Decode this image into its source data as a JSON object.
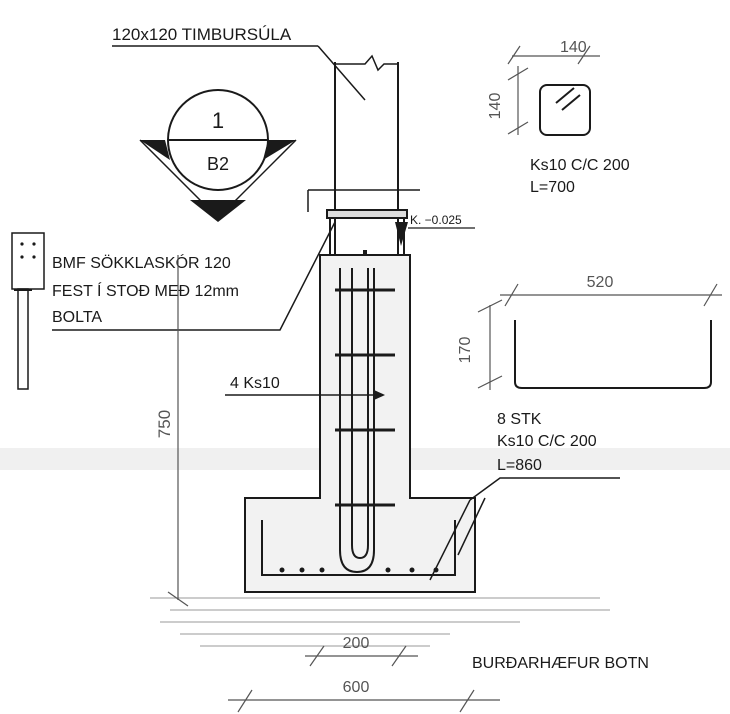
{
  "labels": {
    "column": "120x120 TIMBURSÚLA",
    "detail_number": "1",
    "detail_sheet": "B2",
    "level": "K. −0.025",
    "shoe_line1": "BMF SÖKKLASKÓR 120",
    "shoe_line2": "FEST Í STOÐ MEÐ 12mm",
    "shoe_line3": "BOLTA",
    "bars": "4 Ks10",
    "height": "750",
    "stirrup_w": "140",
    "stirrup_h": "140",
    "stirrup_spec": "Ks10 C/C 200",
    "stirrup_len": "L=700",
    "ubar_w": "520",
    "ubar_h": "170",
    "ubar_count": "8 STK",
    "ubar_spec": "Ks10 C/C 200",
    "ubar_len": "L=860",
    "pier_w": "200",
    "footing_w": "600",
    "soil": "BURÐARHÆFUR BOTN"
  },
  "colors": {
    "ink": "#1a1a1a",
    "dim": "#555555",
    "concrete": "#f2f2f2"
  }
}
